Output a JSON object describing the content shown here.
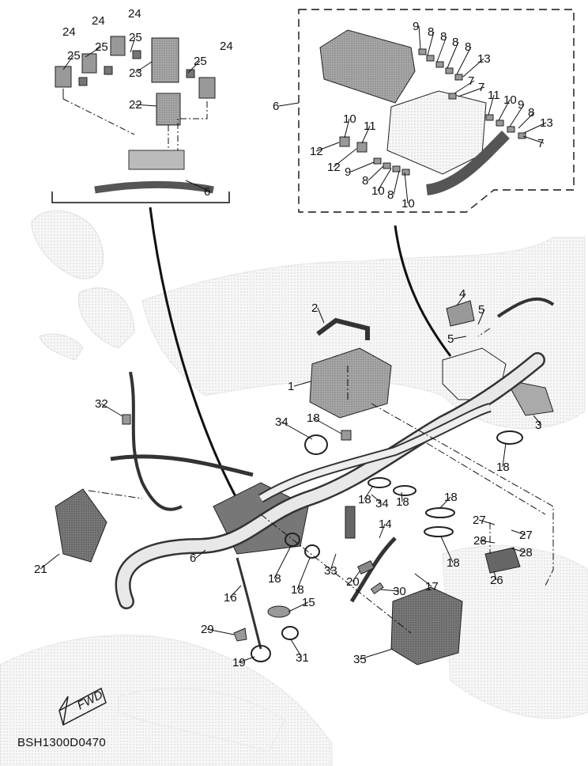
{
  "diagram": {
    "drawing_code": "BSH1300D0470",
    "fwd_label": "FWD",
    "callouts": [
      {
        "id": "c24a",
        "text": "24"
      },
      {
        "id": "c24b",
        "text": "24"
      },
      {
        "id": "c24c",
        "text": "24"
      },
      {
        "id": "c24d",
        "text": "24"
      },
      {
        "id": "c25a",
        "text": "25"
      },
      {
        "id": "c25b",
        "text": "25"
      },
      {
        "id": "c25c",
        "text": "25"
      },
      {
        "id": "c25d",
        "text": "25"
      },
      {
        "id": "c23",
        "text": "23"
      },
      {
        "id": "c22",
        "text": "22"
      },
      {
        "id": "c6a",
        "text": "6"
      },
      {
        "id": "c6b",
        "text": "6"
      },
      {
        "id": "c9a",
        "text": "9"
      },
      {
        "id": "c8a",
        "text": "8"
      },
      {
        "id": "c8b",
        "text": "8"
      },
      {
        "id": "c8c",
        "text": "8"
      },
      {
        "id": "c8d",
        "text": "8"
      },
      {
        "id": "c13a",
        "text": "13"
      },
      {
        "id": "c7a",
        "text": "7"
      },
      {
        "id": "c7b",
        "text": "7"
      },
      {
        "id": "c11a",
        "text": "11"
      },
      {
        "id": "c10a",
        "text": "10"
      },
      {
        "id": "c9b",
        "text": "9"
      },
      {
        "id": "c8e",
        "text": "8"
      },
      {
        "id": "c13b",
        "text": "13"
      },
      {
        "id": "c7c",
        "text": "7"
      },
      {
        "id": "c10b",
        "text": "10"
      },
      {
        "id": "c11b",
        "text": "11"
      },
      {
        "id": "c12a",
        "text": "12"
      },
      {
        "id": "c12b",
        "text": "12"
      },
      {
        "id": "c9c",
        "text": "9"
      },
      {
        "id": "c8f",
        "text": "8"
      },
      {
        "id": "c10c",
        "text": "10"
      },
      {
        "id": "c8g",
        "text": "8"
      },
      {
        "id": "c10d",
        "text": "10"
      },
      {
        "id": "c2",
        "text": "2"
      },
      {
        "id": "c4",
        "text": "4"
      },
      {
        "id": "c5a",
        "text": "5"
      },
      {
        "id": "c5b",
        "text": "5"
      },
      {
        "id": "c1",
        "text": "1"
      },
      {
        "id": "c3",
        "text": "3"
      },
      {
        "id": "c32",
        "text": "32"
      },
      {
        "id": "c18a",
        "text": "18"
      },
      {
        "id": "c34a",
        "text": "34"
      },
      {
        "id": "c18b",
        "text": "18"
      },
      {
        "id": "c18c",
        "text": "18"
      },
      {
        "id": "c34b",
        "text": "34"
      },
      {
        "id": "c18d",
        "text": "18"
      },
      {
        "id": "c18e",
        "text": "18"
      },
      {
        "id": "c27a",
        "text": "27"
      },
      {
        "id": "c27b",
        "text": "27"
      },
      {
        "id": "c28a",
        "text": "28"
      },
      {
        "id": "c28b",
        "text": "28"
      },
      {
        "id": "c14",
        "text": "14"
      },
      {
        "id": "c18f",
        "text": "18"
      },
      {
        "id": "c21",
        "text": "21"
      },
      {
        "id": "c6c",
        "text": "6"
      },
      {
        "id": "c18g",
        "text": "18"
      },
      {
        "id": "c18h",
        "text": "18"
      },
      {
        "id": "c33",
        "text": "33"
      },
      {
        "id": "c20",
        "text": "20"
      },
      {
        "id": "c17",
        "text": "17"
      },
      {
        "id": "c26",
        "text": "26"
      },
      {
        "id": "c16",
        "text": "16"
      },
      {
        "id": "c15",
        "text": "15"
      },
      {
        "id": "c30",
        "text": "30"
      },
      {
        "id": "c29",
        "text": "29"
      },
      {
        "id": "c19",
        "text": "19"
      },
      {
        "id": "c31",
        "text": "31"
      },
      {
        "id": "c35",
        "text": "35"
      }
    ]
  }
}
